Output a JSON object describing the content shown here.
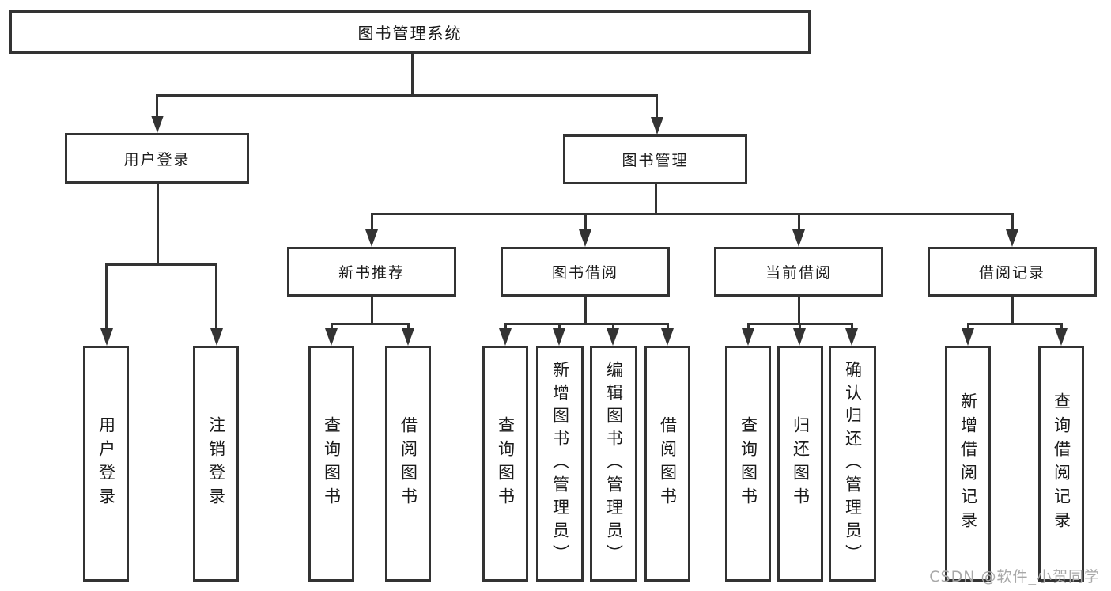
{
  "diagram_title": "图书管理系统",
  "colors": {
    "line": "#333333",
    "text": "#1a1a1a",
    "background": "#ffffff",
    "watermark": "#a8a8a8"
  },
  "nodes": {
    "root": {
      "label": "图书管理系统"
    },
    "user_login": {
      "label": "用户登录"
    },
    "book_mgmt": {
      "label": "图书管理"
    },
    "new_book_rec": {
      "label": "新书推荐"
    },
    "book_borrow": {
      "label": "图书借阅"
    },
    "current_borrow": {
      "label": "当前借阅"
    },
    "borrow_records": {
      "label": "借阅记录"
    },
    "leaf_user_login": {
      "label": "用户登录"
    },
    "leaf_logout": {
      "label": "注销登录"
    },
    "leaf_rec_query_books": {
      "label": "查询图书"
    },
    "leaf_rec_borrow_books": {
      "label": "借阅图书"
    },
    "leaf_bb_query_books": {
      "label": "查询图书"
    },
    "leaf_bb_add_books": {
      "label": "新增图书（管理员）"
    },
    "leaf_bb_edit_books": {
      "label": "编辑图书（管理员）"
    },
    "leaf_bb_borrow_books": {
      "label": "借阅图书"
    },
    "leaf_cb_query_books": {
      "label": "查询图书"
    },
    "leaf_cb_return_books": {
      "label": "归还图书"
    },
    "leaf_cb_confirm_return": {
      "label": "确认归还（管理员）"
    },
    "leaf_br_add_record": {
      "label": "新增借阅记录"
    },
    "leaf_br_query_record": {
      "label": "查询借阅记录"
    }
  },
  "watermark": "CSDN @软件_小贺同学"
}
